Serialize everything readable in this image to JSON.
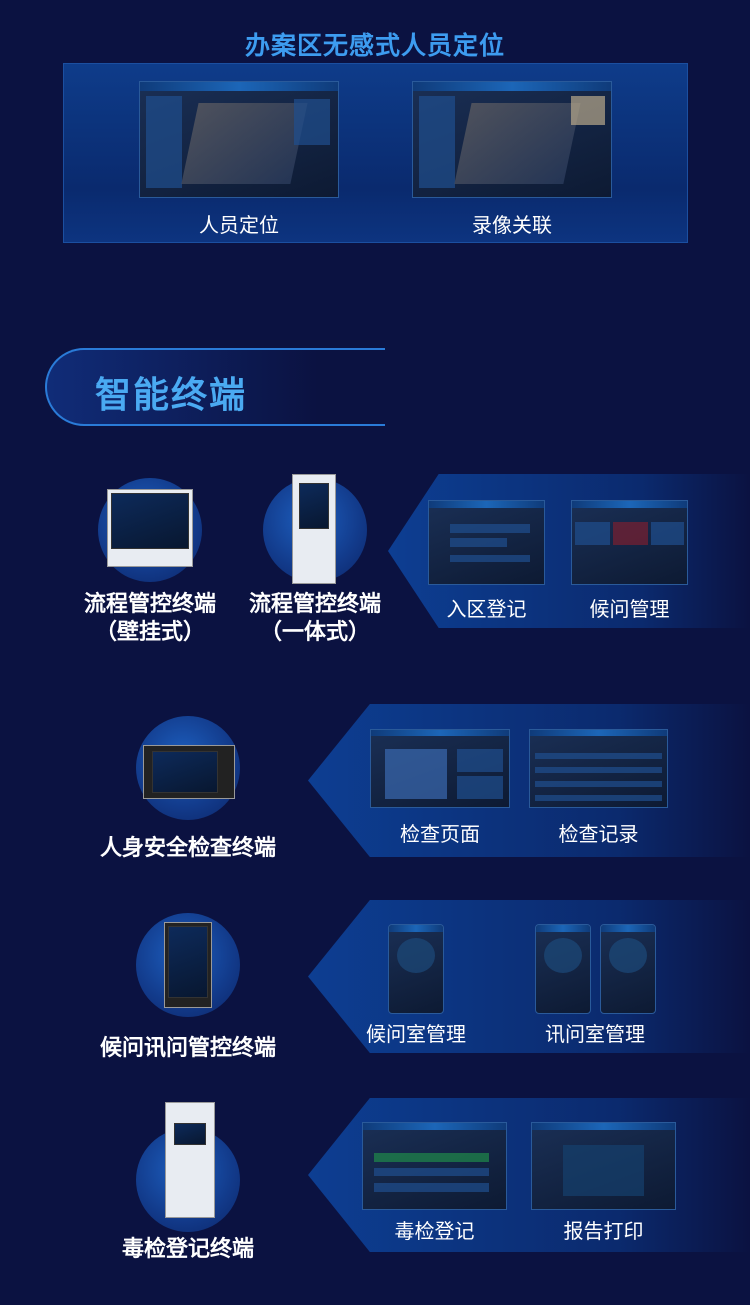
{
  "top": {
    "title": "办案区无感式人员定位",
    "screens": [
      {
        "label": "人员定位"
      },
      {
        "label": "录像关联"
      }
    ]
  },
  "section": {
    "title": "智能终端"
  },
  "rows": [
    {
      "products": [
        {
          "name_line1": "流程管控终端",
          "name_line2": "（壁挂式）"
        },
        {
          "name_line1": "流程管控终端",
          "name_line2": "（一体式）"
        }
      ],
      "screens": [
        {
          "label": "入区登记"
        },
        {
          "label": "候问管理"
        }
      ]
    },
    {
      "products": [
        {
          "name_line1": "人身安全检查终端"
        }
      ],
      "screens": [
        {
          "label": "检查页面"
        },
        {
          "label": "检查记录"
        }
      ]
    },
    {
      "products": [
        {
          "name_line1": "候问讯问管控终端"
        }
      ],
      "screens": [
        {
          "label": "候问室管理"
        },
        {
          "label": "讯问室管理"
        }
      ]
    },
    {
      "products": [
        {
          "name_line1": "毒检登记终端"
        }
      ],
      "screens": [
        {
          "label": "毒检登记"
        },
        {
          "label": "报告打印"
        }
      ]
    }
  ],
  "colors": {
    "background": "#0b1241",
    "accent": "#3d9cf0",
    "panel": "#0d3e92"
  }
}
